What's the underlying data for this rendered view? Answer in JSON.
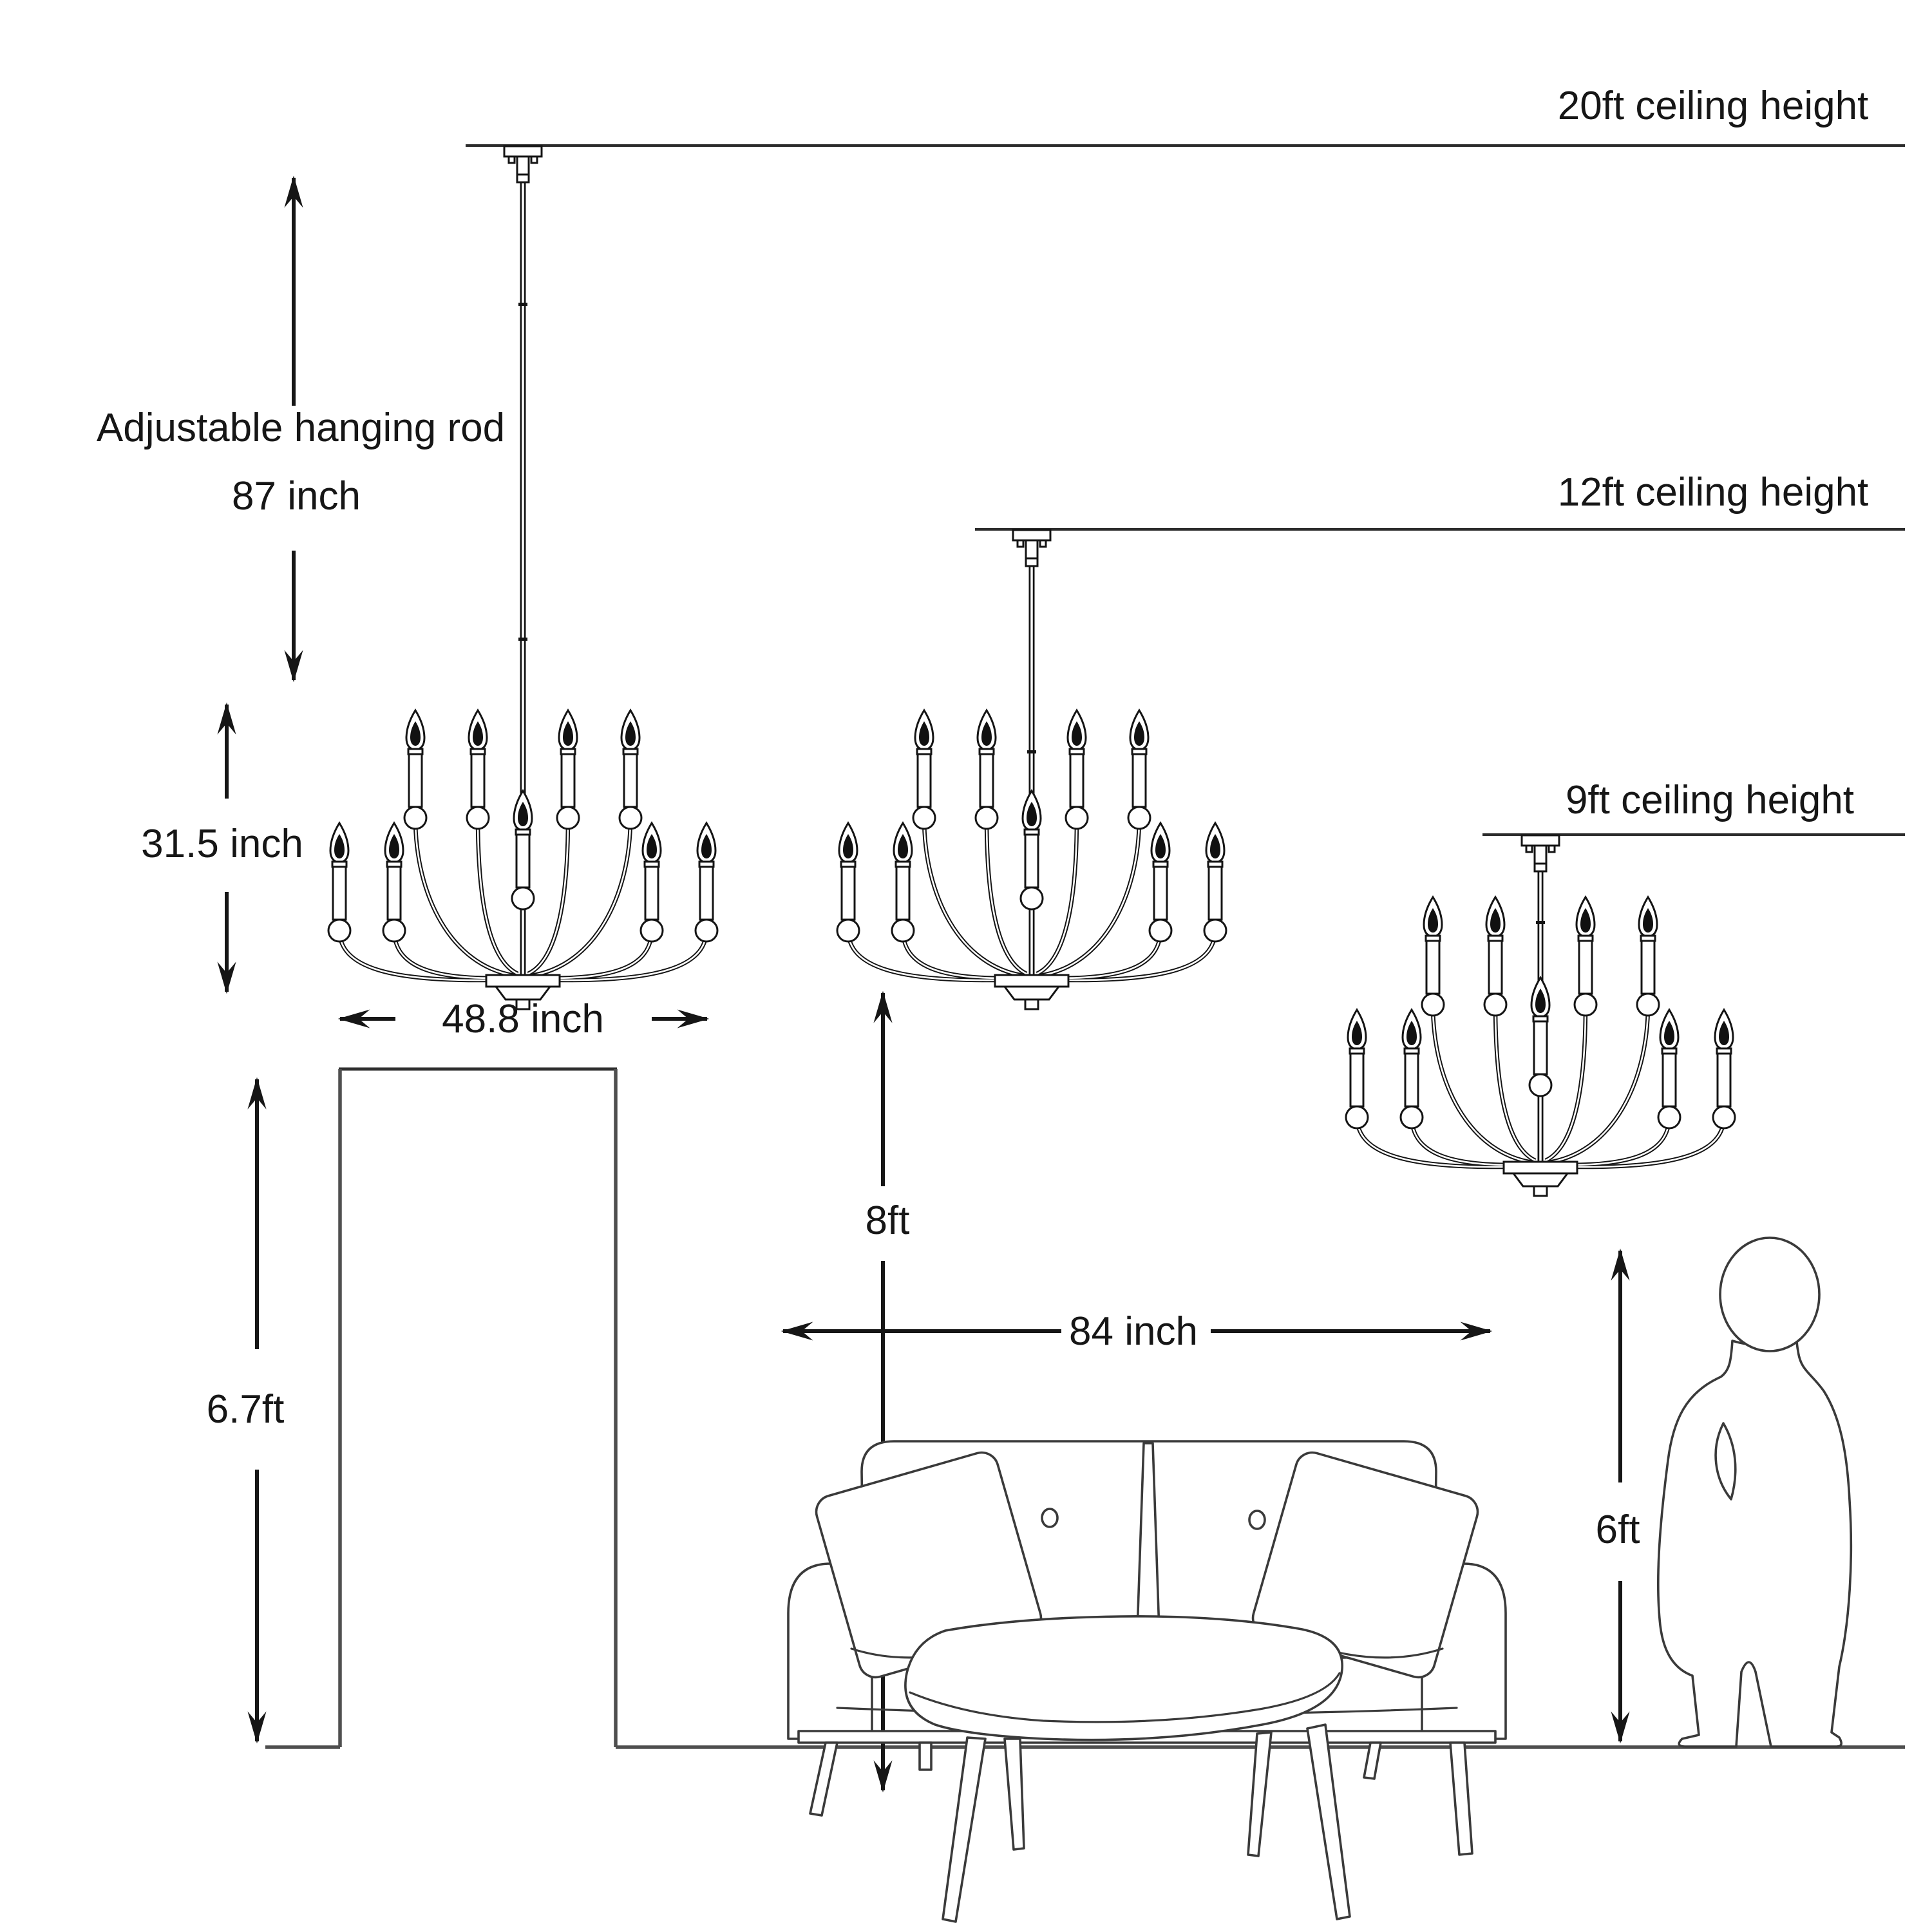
{
  "diagram": {
    "ceiling_labels": [
      {
        "id": "20ft",
        "text": "20ft ceiling height"
      },
      {
        "id": "12ft",
        "text": "12ft ceiling height"
      },
      {
        "id": "9ft",
        "text": "9ft ceiling height"
      }
    ],
    "dimensions": {
      "hanging_rod_note": "Adjustable hanging rod",
      "hanging_rod_length": "87 inch",
      "fixture_height": "31.5 inch",
      "fixture_width": "48.8 inch",
      "door_height": "6.7ft",
      "clearance_floor_to_fixture": "8ft",
      "sofa_width": "84 inch",
      "person_height": "6ft"
    },
    "objects": {
      "chandeliers": [
        "large 20ft ceiling",
        "medium 12ft ceiling",
        "small 9ft ceiling"
      ],
      "lights_per_chandelier": 9,
      "furniture": [
        "doorway",
        "sofa with pillows",
        "coffee table",
        "person silhouette"
      ]
    },
    "colors": {
      "ink": "#161616",
      "sketch": "#3a3a3a",
      "structure_gray": "#4f4f4f",
      "background": "#ffffff"
    }
  }
}
